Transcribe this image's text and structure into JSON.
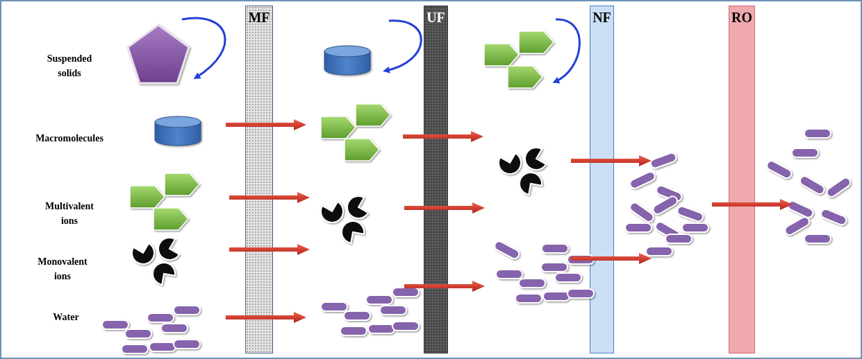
{
  "diagram": {
    "nodes": [
      {
        "text": [
          "MF"
        ]
      },
      {
        "text": [
          "UF"
        ]
      },
      {
        "text": [
          "NF"
        ]
      },
      {
        "text": [
          "RO"
        ]
      }
    ],
    "labels": [
      "Suspended solids",
      "Macromolecules",
      "Multivalent ions",
      "Monovalent ions",
      "Water"
    ]
  }
}
